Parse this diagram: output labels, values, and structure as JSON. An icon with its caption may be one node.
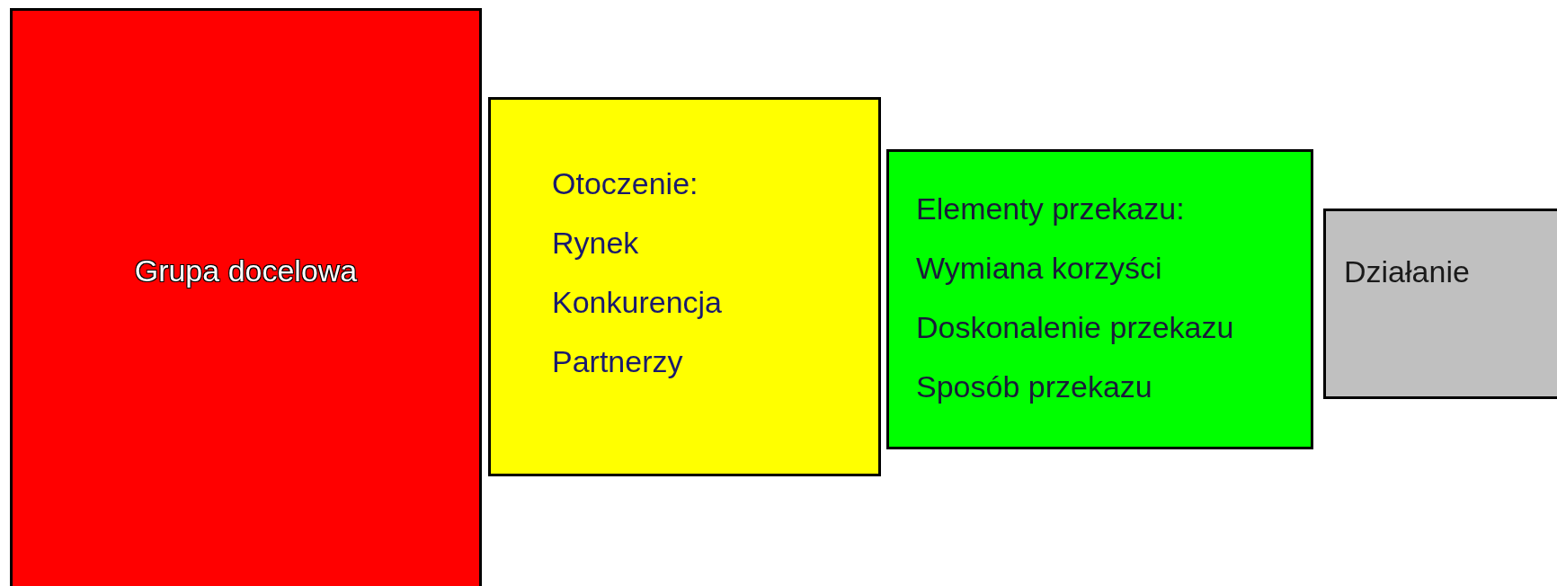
{
  "diagram": {
    "nodes": [
      {
        "text": [
          "Grupa docelowa"
        ]
      },
      {
        "text": [
          "Otoczenie:",
          "Rynek",
          "Konkurencja",
          "Partnerzy"
        ]
      },
      {
        "text": [
          "Elementy przekazu:",
          "Wymiana korzyści",
          "Doskonalenie przekazu",
          "Sposób przekazu"
        ]
      },
      {
        "text": [
          "Działanie"
        ]
      }
    ]
  }
}
